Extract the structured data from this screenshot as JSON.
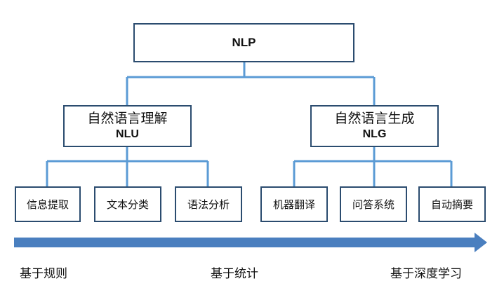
{
  "root": {
    "label": "NLP"
  },
  "branches": [
    {
      "zh": "自然语言理解",
      "en": "NLU",
      "children": [
        "信息提取",
        "文本分类",
        "语法分析"
      ]
    },
    {
      "zh": "自然语言生成",
      "en": "NLG",
      "children": [
        "机器翻译",
        "问答系统",
        "自动摘要"
      ]
    }
  ],
  "timeline": {
    "labels": [
      "基于规则",
      "基于统计",
      "基于深度学习"
    ]
  },
  "colors": {
    "connector": "#5b9bd5",
    "box_border": "#2b4c6f",
    "arrow": "#4a7fbf"
  }
}
